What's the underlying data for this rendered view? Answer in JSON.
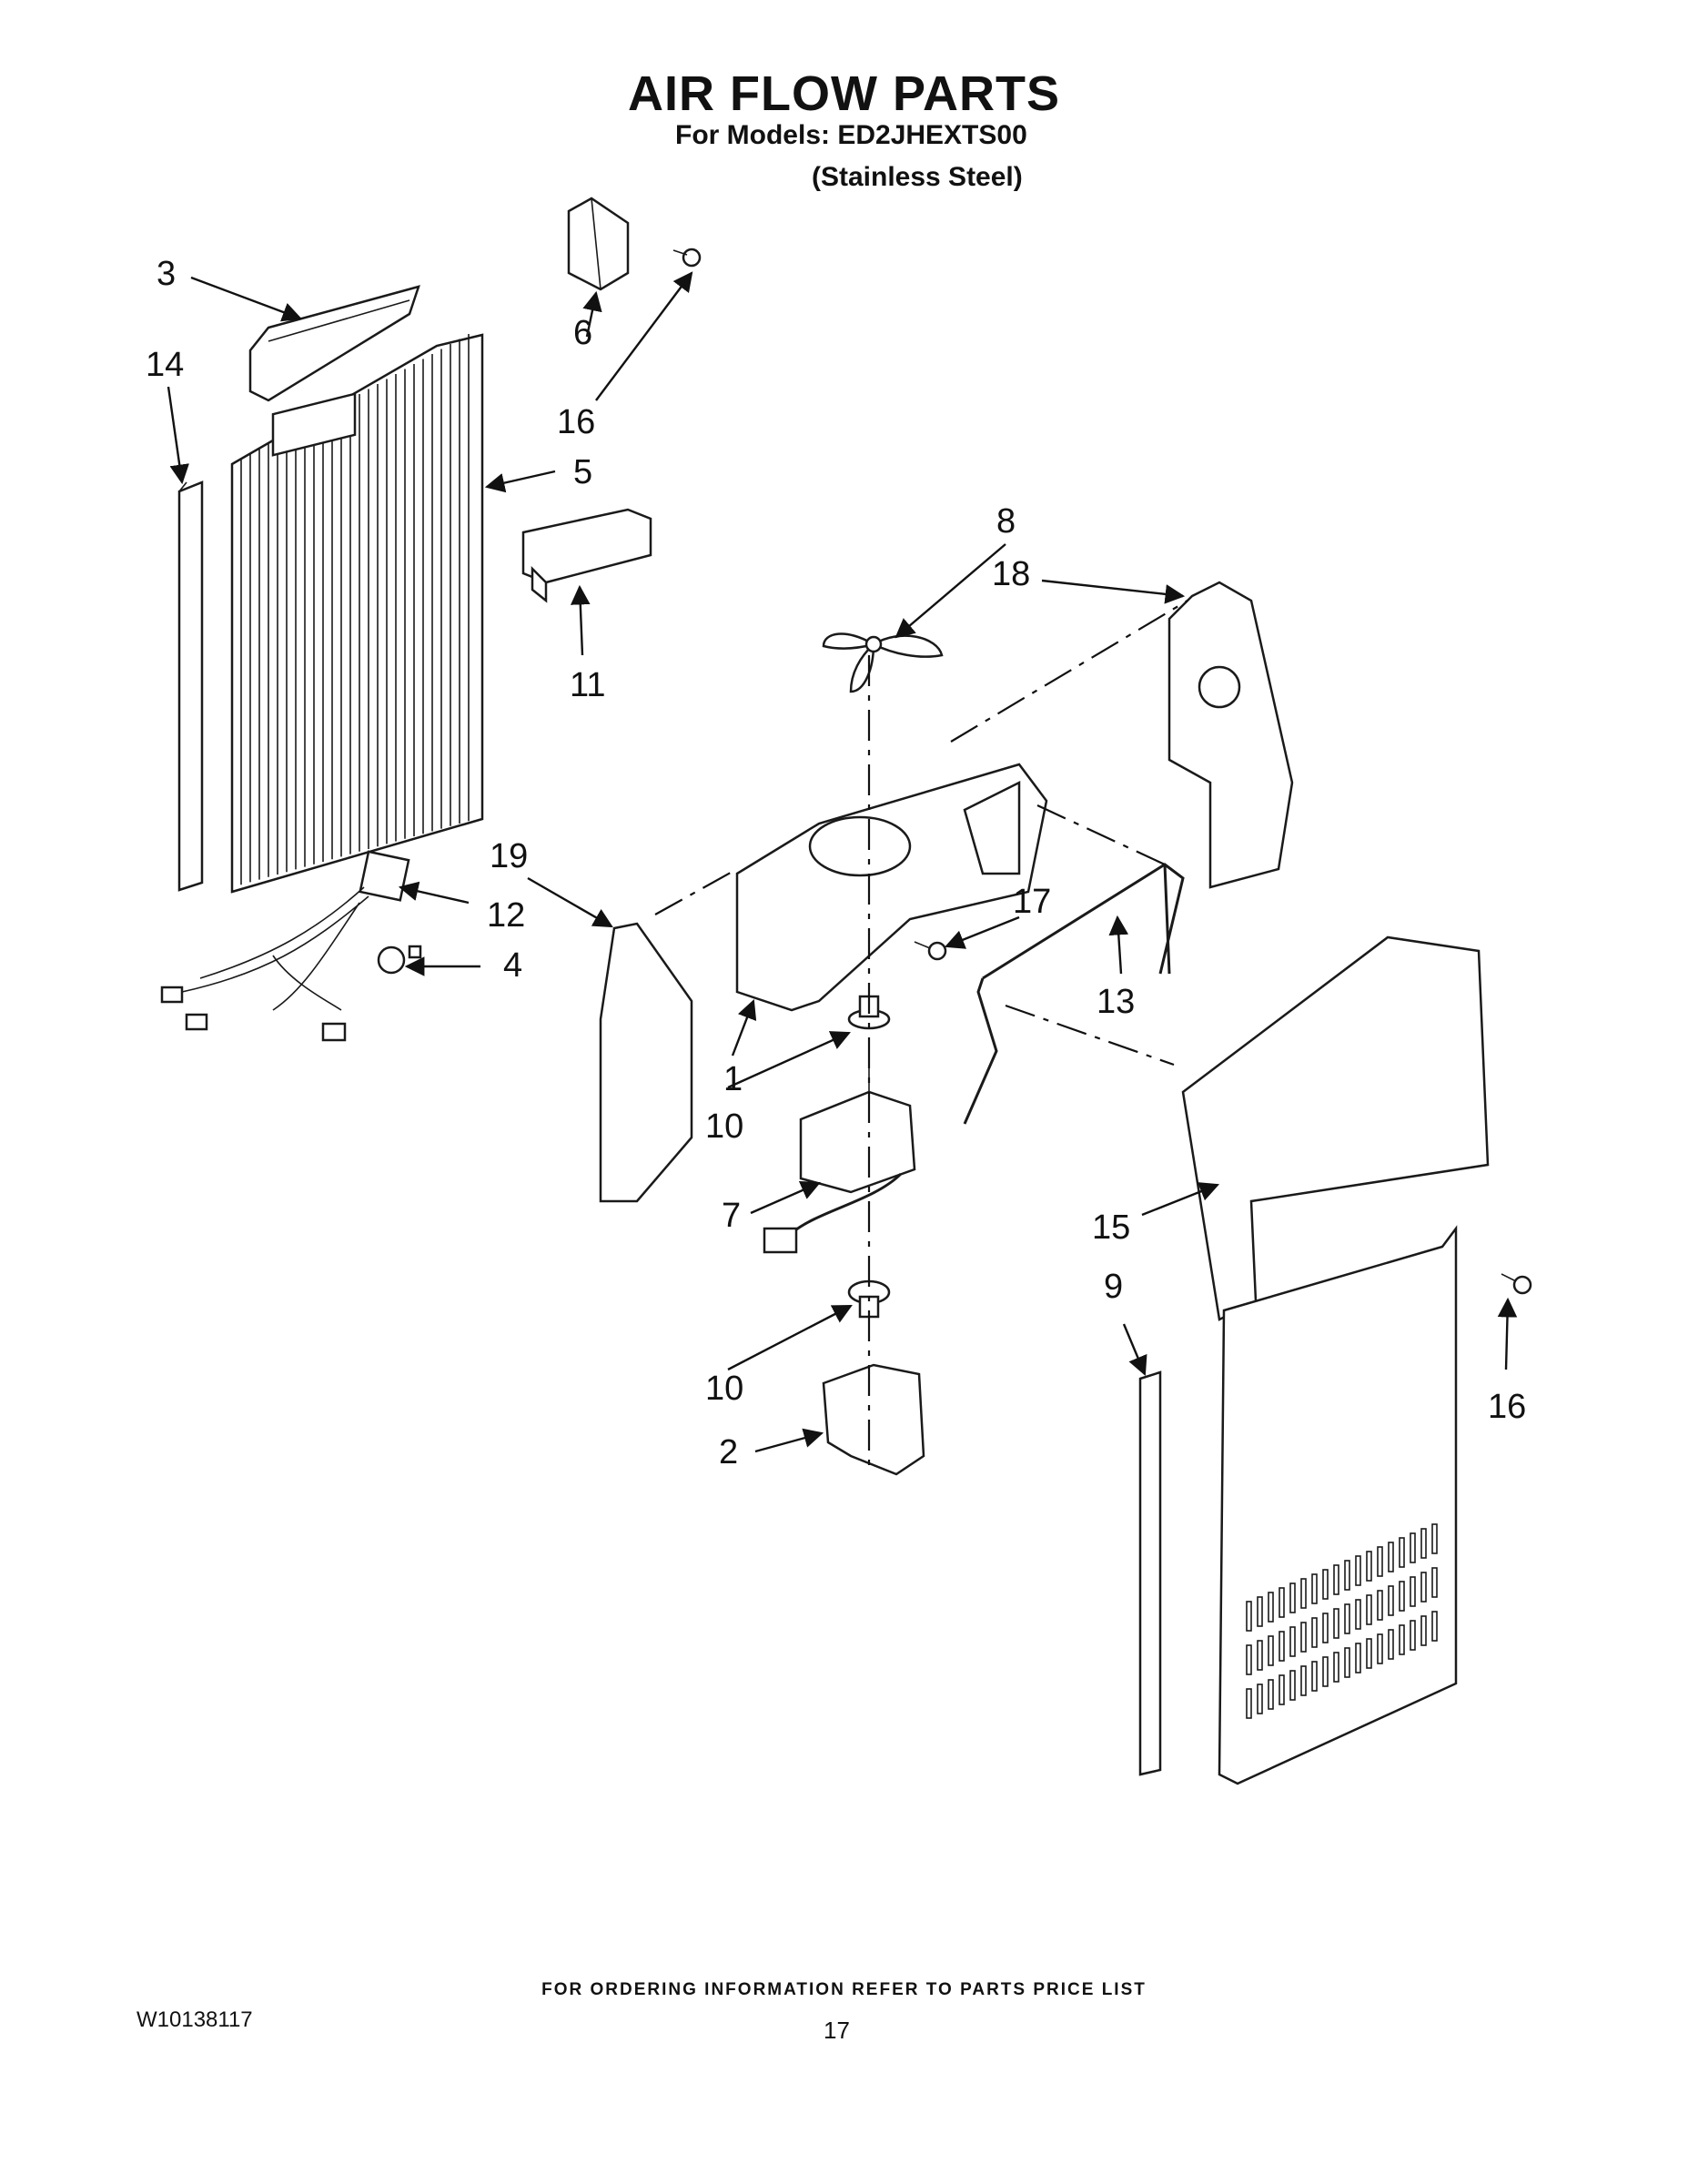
{
  "header": {
    "title": "AIR FLOW PARTS",
    "models_line": "For Models: ED2JHEXTS00",
    "finish_line": "(Stainless Steel)"
  },
  "callouts": {
    "c3": "3",
    "c14": "14",
    "c6": "6",
    "c16a": "16",
    "c5": "5",
    "c11": "11",
    "c8": "8",
    "c18": "18",
    "c19": "19",
    "c12": "12",
    "c4": "4",
    "c17": "17",
    "c13": "13",
    "c1": "1",
    "c10a": "10",
    "c7": "7",
    "c15": "15",
    "c9": "9",
    "c10b": "10",
    "c16b": "16",
    "c2": "2"
  },
  "footer": {
    "ordering_note": "FOR ORDERING INFORMATION REFER TO PARTS PRICE LIST",
    "document_number": "W10138117",
    "page_number": "17"
  }
}
